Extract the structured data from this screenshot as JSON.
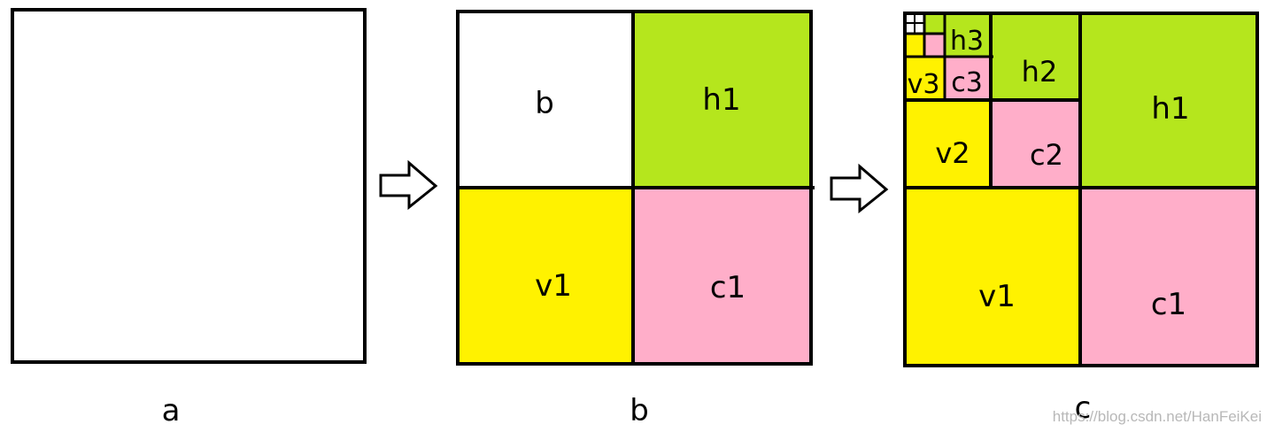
{
  "colors": {
    "white": "#ffffff",
    "green": "#b5e61d",
    "yellow": "#fff200",
    "pink": "#ffaec9",
    "border": "#000000",
    "watermark": "#b8b8b8"
  },
  "panels": {
    "a": {
      "caption": "a"
    },
    "b": {
      "caption": "b",
      "quadrants": {
        "top_left": "b",
        "top_right": "h1",
        "bottom_left": "v1",
        "bottom_right": "c1"
      }
    },
    "c": {
      "caption": "c",
      "level1": {
        "h": "h1",
        "v": "v1",
        "c": "c1"
      },
      "level2": {
        "h": "h2",
        "v": "v2",
        "c": "c2"
      },
      "level3": {
        "h": "h3",
        "v": "v3",
        "c": "c3"
      }
    }
  },
  "arrows": [
    {
      "name": "arrow-a-to-b",
      "icon": "right-arrow-icon"
    },
    {
      "name": "arrow-b-to-c",
      "icon": "right-arrow-icon"
    }
  ],
  "watermark": "https://blog.csdn.net/HanFeiKei"
}
